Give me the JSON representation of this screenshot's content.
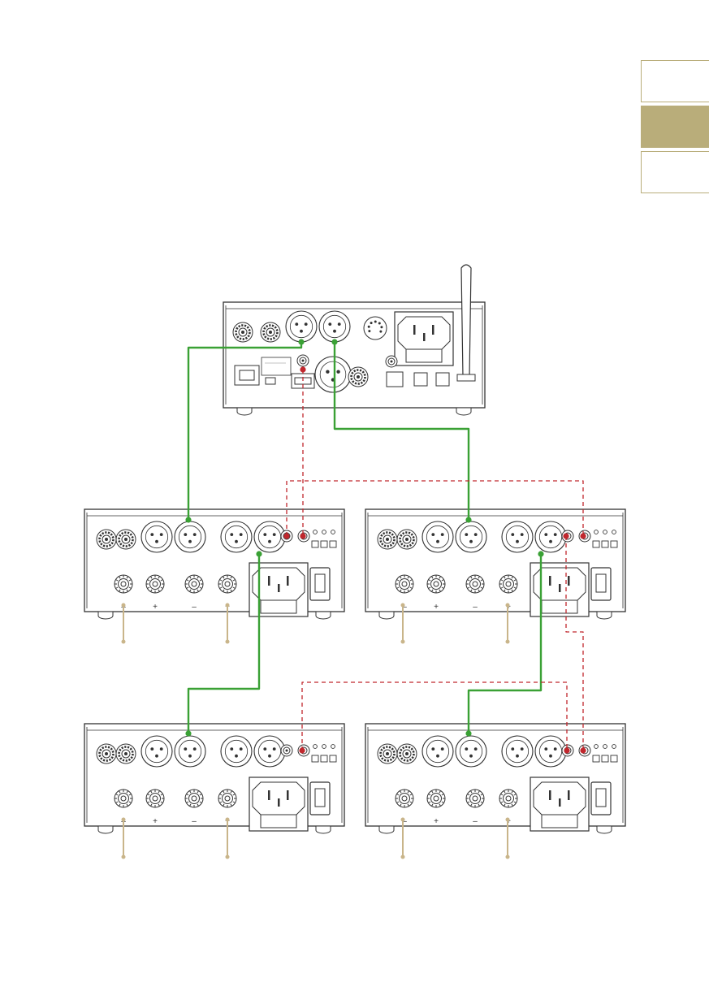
{
  "colors": {
    "accent": "#b9ad7a",
    "signal_cable": "#3aa135",
    "trigger_cable": "#c1272d",
    "speaker_cable": "#c9b58a",
    "outline": "#333333"
  },
  "tabs": [
    {
      "label": "",
      "active": false
    },
    {
      "label": "",
      "active": true
    },
    {
      "label": "",
      "active": false
    }
  ],
  "devices": {
    "source": {
      "role": "streamer-preamp",
      "connectors": [
        "binding-posts",
        "xlr-out-left",
        "xlr-out-right",
        "xlr-in",
        "din-socket",
        "iec-power",
        "ethernet",
        "usb",
        "trigger-out",
        "optical",
        "wifi-antenna"
      ]
    },
    "amplifiers": [
      {
        "role": "mono-amplifier-1",
        "trigger_in": true,
        "trigger_out": true
      },
      {
        "role": "mono-amplifier-2",
        "trigger_in": true,
        "trigger_out": true
      },
      {
        "role": "mono-amplifier-3",
        "trigger_in": true,
        "trigger_out": false
      },
      {
        "role": "mono-amplifier-4",
        "trigger_in": true,
        "trigger_out": false
      }
    ]
  },
  "terminal_marks": [
    "–",
    "+",
    "–",
    "+"
  ],
  "icons": [
    "xlr-connector-icon",
    "binding-post-icon",
    "iec-inlet-icon",
    "power-switch-icon",
    "trigger-jack-icon",
    "antenna-icon"
  ]
}
